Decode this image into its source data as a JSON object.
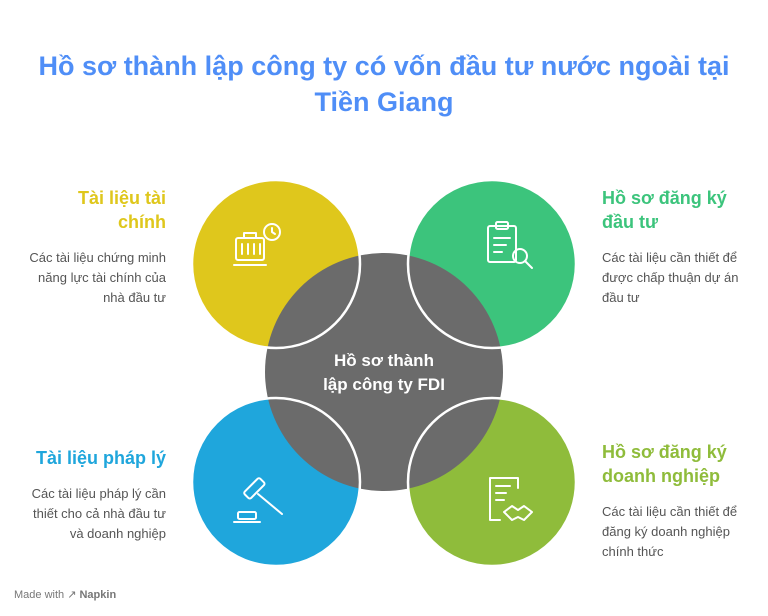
{
  "title": {
    "line1": "Hồ sơ thành lập công ty có vốn đầu tư nước ngoài tại",
    "line2": "Tiền Giang"
  },
  "center": {
    "line1": "Hồ sơ thành",
    "line2": "lập công ty FDI",
    "color": "#6b6b6b"
  },
  "sections": {
    "top_left": {
      "heading1": "Tài liệu tài",
      "heading2": "chính",
      "description": "Các tài liệu chứng minh năng lực tài chính của nhà đầu tư",
      "color": "#dfc71c",
      "icon": "briefcase-clock-icon"
    },
    "top_right": {
      "heading1": "Hồ sơ đăng ký",
      "heading2": "đầu tư",
      "description": "Các tài liệu cần thiết để được chấp thuận dự án đầu tư",
      "color": "#3cc47c",
      "icon": "clipboard-search-icon"
    },
    "bottom_left": {
      "heading1": "Tài liệu pháp lý",
      "description": "Các tài liệu pháp lý cần thiết cho cả nhà đầu tư và doanh nghiệp",
      "color": "#1fa6dc",
      "icon": "gavel-icon"
    },
    "bottom_right": {
      "heading1": "Hồ sơ đăng ký",
      "heading2": "doanh nghiệp",
      "description": "Các tài liệu cần thiết để đăng ký doanh nghiệp chính thức",
      "color": "#8fbc3b",
      "icon": "contract-handshake-icon"
    }
  },
  "footer": {
    "made_with": "Made with",
    "brand": "Napkin"
  }
}
